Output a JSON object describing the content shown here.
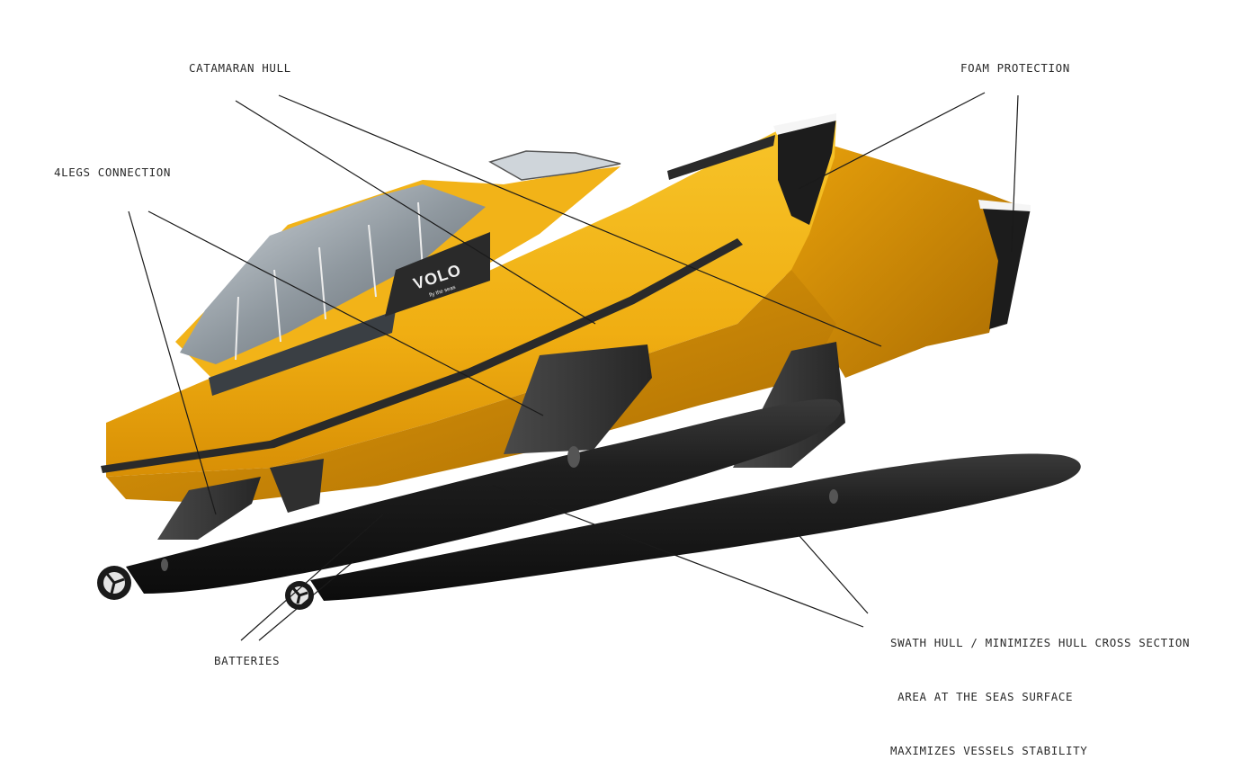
{
  "colors": {
    "hull_yellow": "#f0b414",
    "hull_yellow_dark": "#c98a06",
    "pontoon_black": "#1b1b1b",
    "glass": "#9aa4ab",
    "leader_line": "#1a1a1a"
  },
  "logo": {
    "brand": "VOLO",
    "tagline": "fly the seas"
  },
  "callouts": {
    "catamaran_hull": "CATAMARAN HULL",
    "foam_protection": "FOAM PROTECTION",
    "legs_connection": "4LEGS CONNECTION",
    "batteries": "BATTERIES",
    "swath": {
      "line1": "SWATH HULL / MINIMIZES HULL CROSS SECTION",
      "line2": " AREA AT THE SEAS SURFACE",
      "line3": "MAXIMIZES VESSELS STABILITY"
    }
  }
}
